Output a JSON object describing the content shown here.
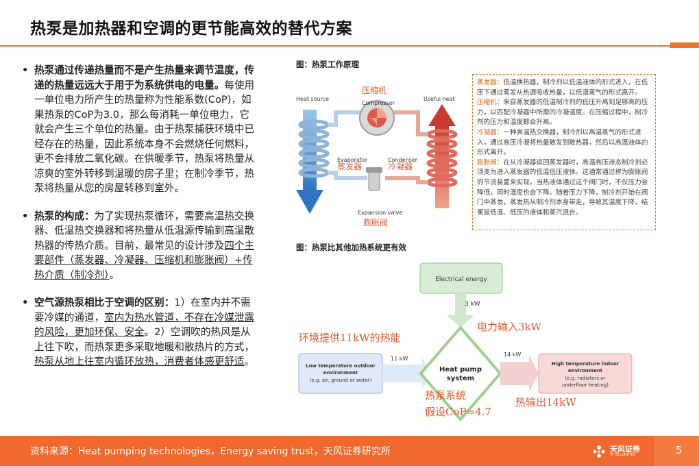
{
  "title": "热泵是加热器和空调的更节能高效的替代方案",
  "bullets": [
    {
      "bold": "热泵通过传递热量而不是产生热量来调节温度，传递的热量远远大于用于为系统供电的电量。",
      "rest": "每使用一单位电力所产生的热量称为性能系数(CoP)，如果热泵的CoP为3.0，那么每消耗一单位电力，它就会产生三个单位的热量。由于热泵捕获环境中已经存在的热量，因此系统本身不会燃烧任何燃料，更不会排放二氧化碳。在供暖季节，热泵将热量从凉爽的室外转移到温暖的房子里；在制冷季节，热泵将热量从您的房屋转移到室外。"
    },
    {
      "bold": "热泵的构成：",
      "rest1": "为了实现热泵循环，需要高温热交换器、低温热交换器和将热量从低温源传输到高温散热器的传热介质。目前，最常见的设计涉及",
      "ul": "四个主要部件（蒸发器、冷凝器、压缩机和膨胀阀）+传热介质（制冷剂）",
      "rest2": "。"
    },
    {
      "bold": "空气源热泵相比于空调的区别：",
      "rest1": "1）在室内并不需要冷媒的通道，",
      "ul1": "室内为热水管道，不存在冷媒泄露的风险，更加环保、安全",
      "rest2": "。2）空调吹的热风是从上往下吹，而热泵更多采取地暖和散热片的方式，",
      "ul2": "热泵从地上往室内循环放热，消费者体感更舒适",
      "rest3": "。"
    }
  ],
  "fig1": {
    "caption": "图：热泵工作原理",
    "heat_source": "Heat source",
    "compressor": "Compressor",
    "compressor_cn": "压缩机",
    "useful_heat": "Useful heat",
    "evaporator": "Evaporator",
    "evaporator_cn": "蒸发器",
    "condenser": "Condenser",
    "condenser_cn": "冷凝器",
    "expansion": "Expansion valve",
    "expansion_cn": "膨胀阀"
  },
  "note": [
    {
      "k": "蒸发器：",
      "t": "低温换热器，制冷剂以低温液体的形式进入，在低压下通过蒸发从热源吸收热量，以低温蒸气的形式离开。"
    },
    {
      "k": "压缩机：",
      "t": "来自蒸发器的低温制冷剂的低压升高到足够高的压力，以匹配冷凝器中所需的冷凝温度。在压缩过程中，制冷剂的压力和温度都会升高。"
    },
    {
      "k": "冷凝器：",
      "t": "一种高温热交换器，制冷剂以高温蒸气的形式进入，通过高压冷凝将热量散发到散热器，然后以高温液体的形式离开。"
    },
    {
      "k": "膨胀阀：",
      "t": "在从冷凝器返回蒸发器时，高温高压液态制冷剂必须变为进入蒸发器的低温低压液体。这通常通过称为膨胀阀的节流装置来实现。当热液体通过这个阀门时，不仅压力会降低，同时温度也会下降。随着压力下降，制冷剂开始在阀门中蒸发，蒸发热从制冷剂本身带走，导致其温度下降，结果是低温、低压的液体和蒸汽混合。"
    }
  ],
  "fig2": {
    "caption": "图：热泵比其他加热系统更有效",
    "electrical": "Electrical energy",
    "kw3": "3 kW",
    "power_in": "电力输入3kW",
    "env_heat": "环境提供11kW的热能",
    "kw11": "11 kW",
    "kw14": "14 kW",
    "low_env_1": "Low temperature outdoor",
    "low_env_2": "environment",
    "low_env_3": "(e.g. air, ground or water)",
    "hp_1": "Heat pump",
    "hp_2": "system",
    "high_env_1": "High temperature indoor",
    "high_env_2": "environment",
    "high_env_3": "(e.g. radiators or",
    "high_env_4": "underfloor heating)",
    "system_cn": "热泵系统",
    "cop_cn": "假设CoP=4.7",
    "out_cn": "热输出14kW"
  },
  "footer": {
    "source": "资料来源：Heat pumping technologies，Energy saving trust，天风证券研究所",
    "logo": "天风证券",
    "logo_sub": "TF SECURITIES",
    "page": "5"
  },
  "colors": {
    "accent": "#e9752a",
    "footer": "#f0682d",
    "annot": "#e05a2a"
  }
}
